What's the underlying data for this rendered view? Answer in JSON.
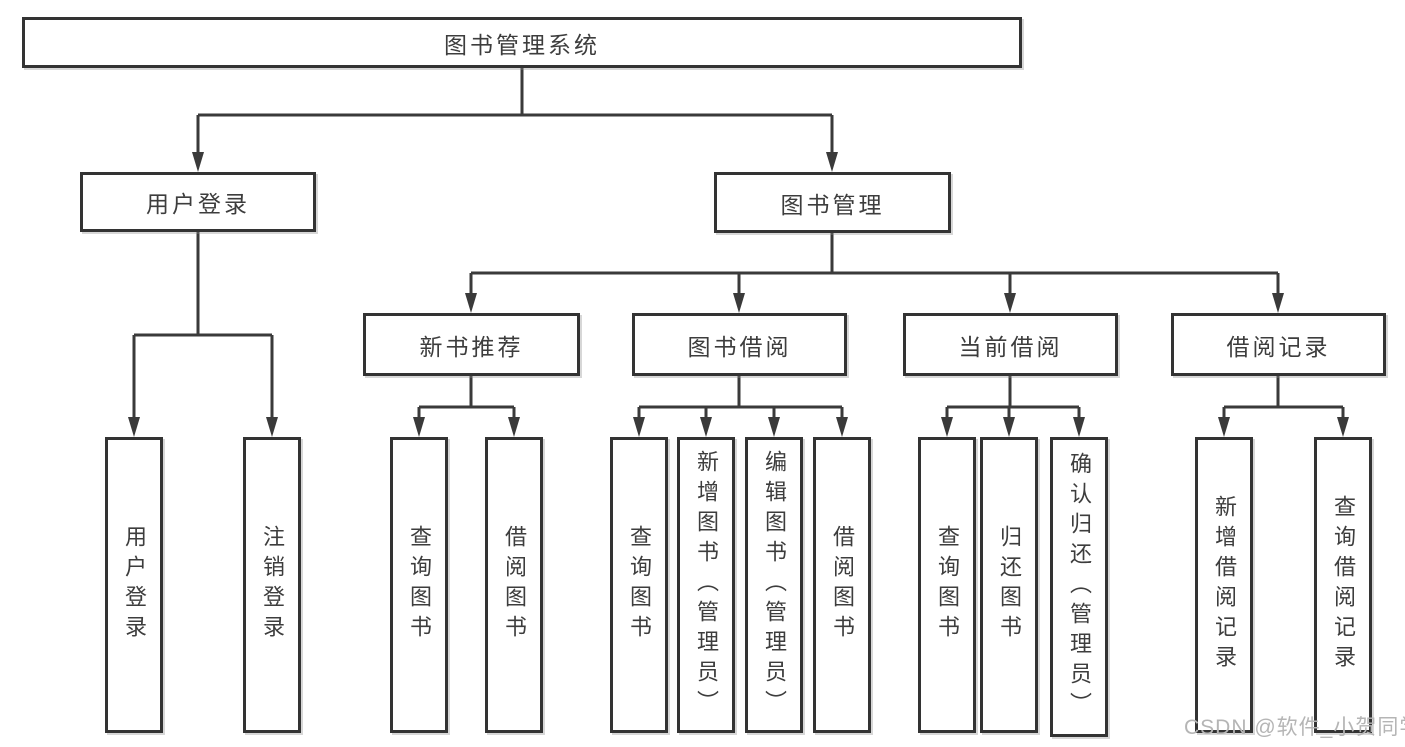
{
  "diagram": {
    "tree": {
      "root": {
        "label": "图书管理系统"
      },
      "branches": [
        {
          "label": "用户登录",
          "children": [
            {
              "label": "用户登录"
            },
            {
              "label": "注销登录"
            }
          ]
        },
        {
          "label": "图书管理",
          "children": [
            {
              "label": "新书推荐",
              "children": [
                {
                  "label": "查询图书"
                },
                {
                  "label": "借阅图书"
                }
              ]
            },
            {
              "label": "图书借阅",
              "children": [
                {
                  "label": "查询图书"
                },
                {
                  "label": "新增图书（管理员）"
                },
                {
                  "label": "编辑图书（管理员）"
                },
                {
                  "label": "借阅图书"
                }
              ]
            },
            {
              "label": "当前借阅",
              "children": [
                {
                  "label": "查询图书"
                },
                {
                  "label": "归还图书"
                },
                {
                  "label": "确认归还（管理员）"
                }
              ]
            },
            {
              "label": "借阅记录",
              "children": [
                {
                  "label": "新增借阅记录"
                },
                {
                  "label": "查询借阅记录"
                }
              ]
            }
          ]
        }
      ]
    },
    "colors": {
      "line": "#3a3a3a",
      "box_border": "#333333",
      "text": "#3d3d3d",
      "background": "#ffffff",
      "watermark": "#b5b5b5"
    }
  },
  "watermark": {
    "text": "CSDN @软件_小贺同学"
  }
}
